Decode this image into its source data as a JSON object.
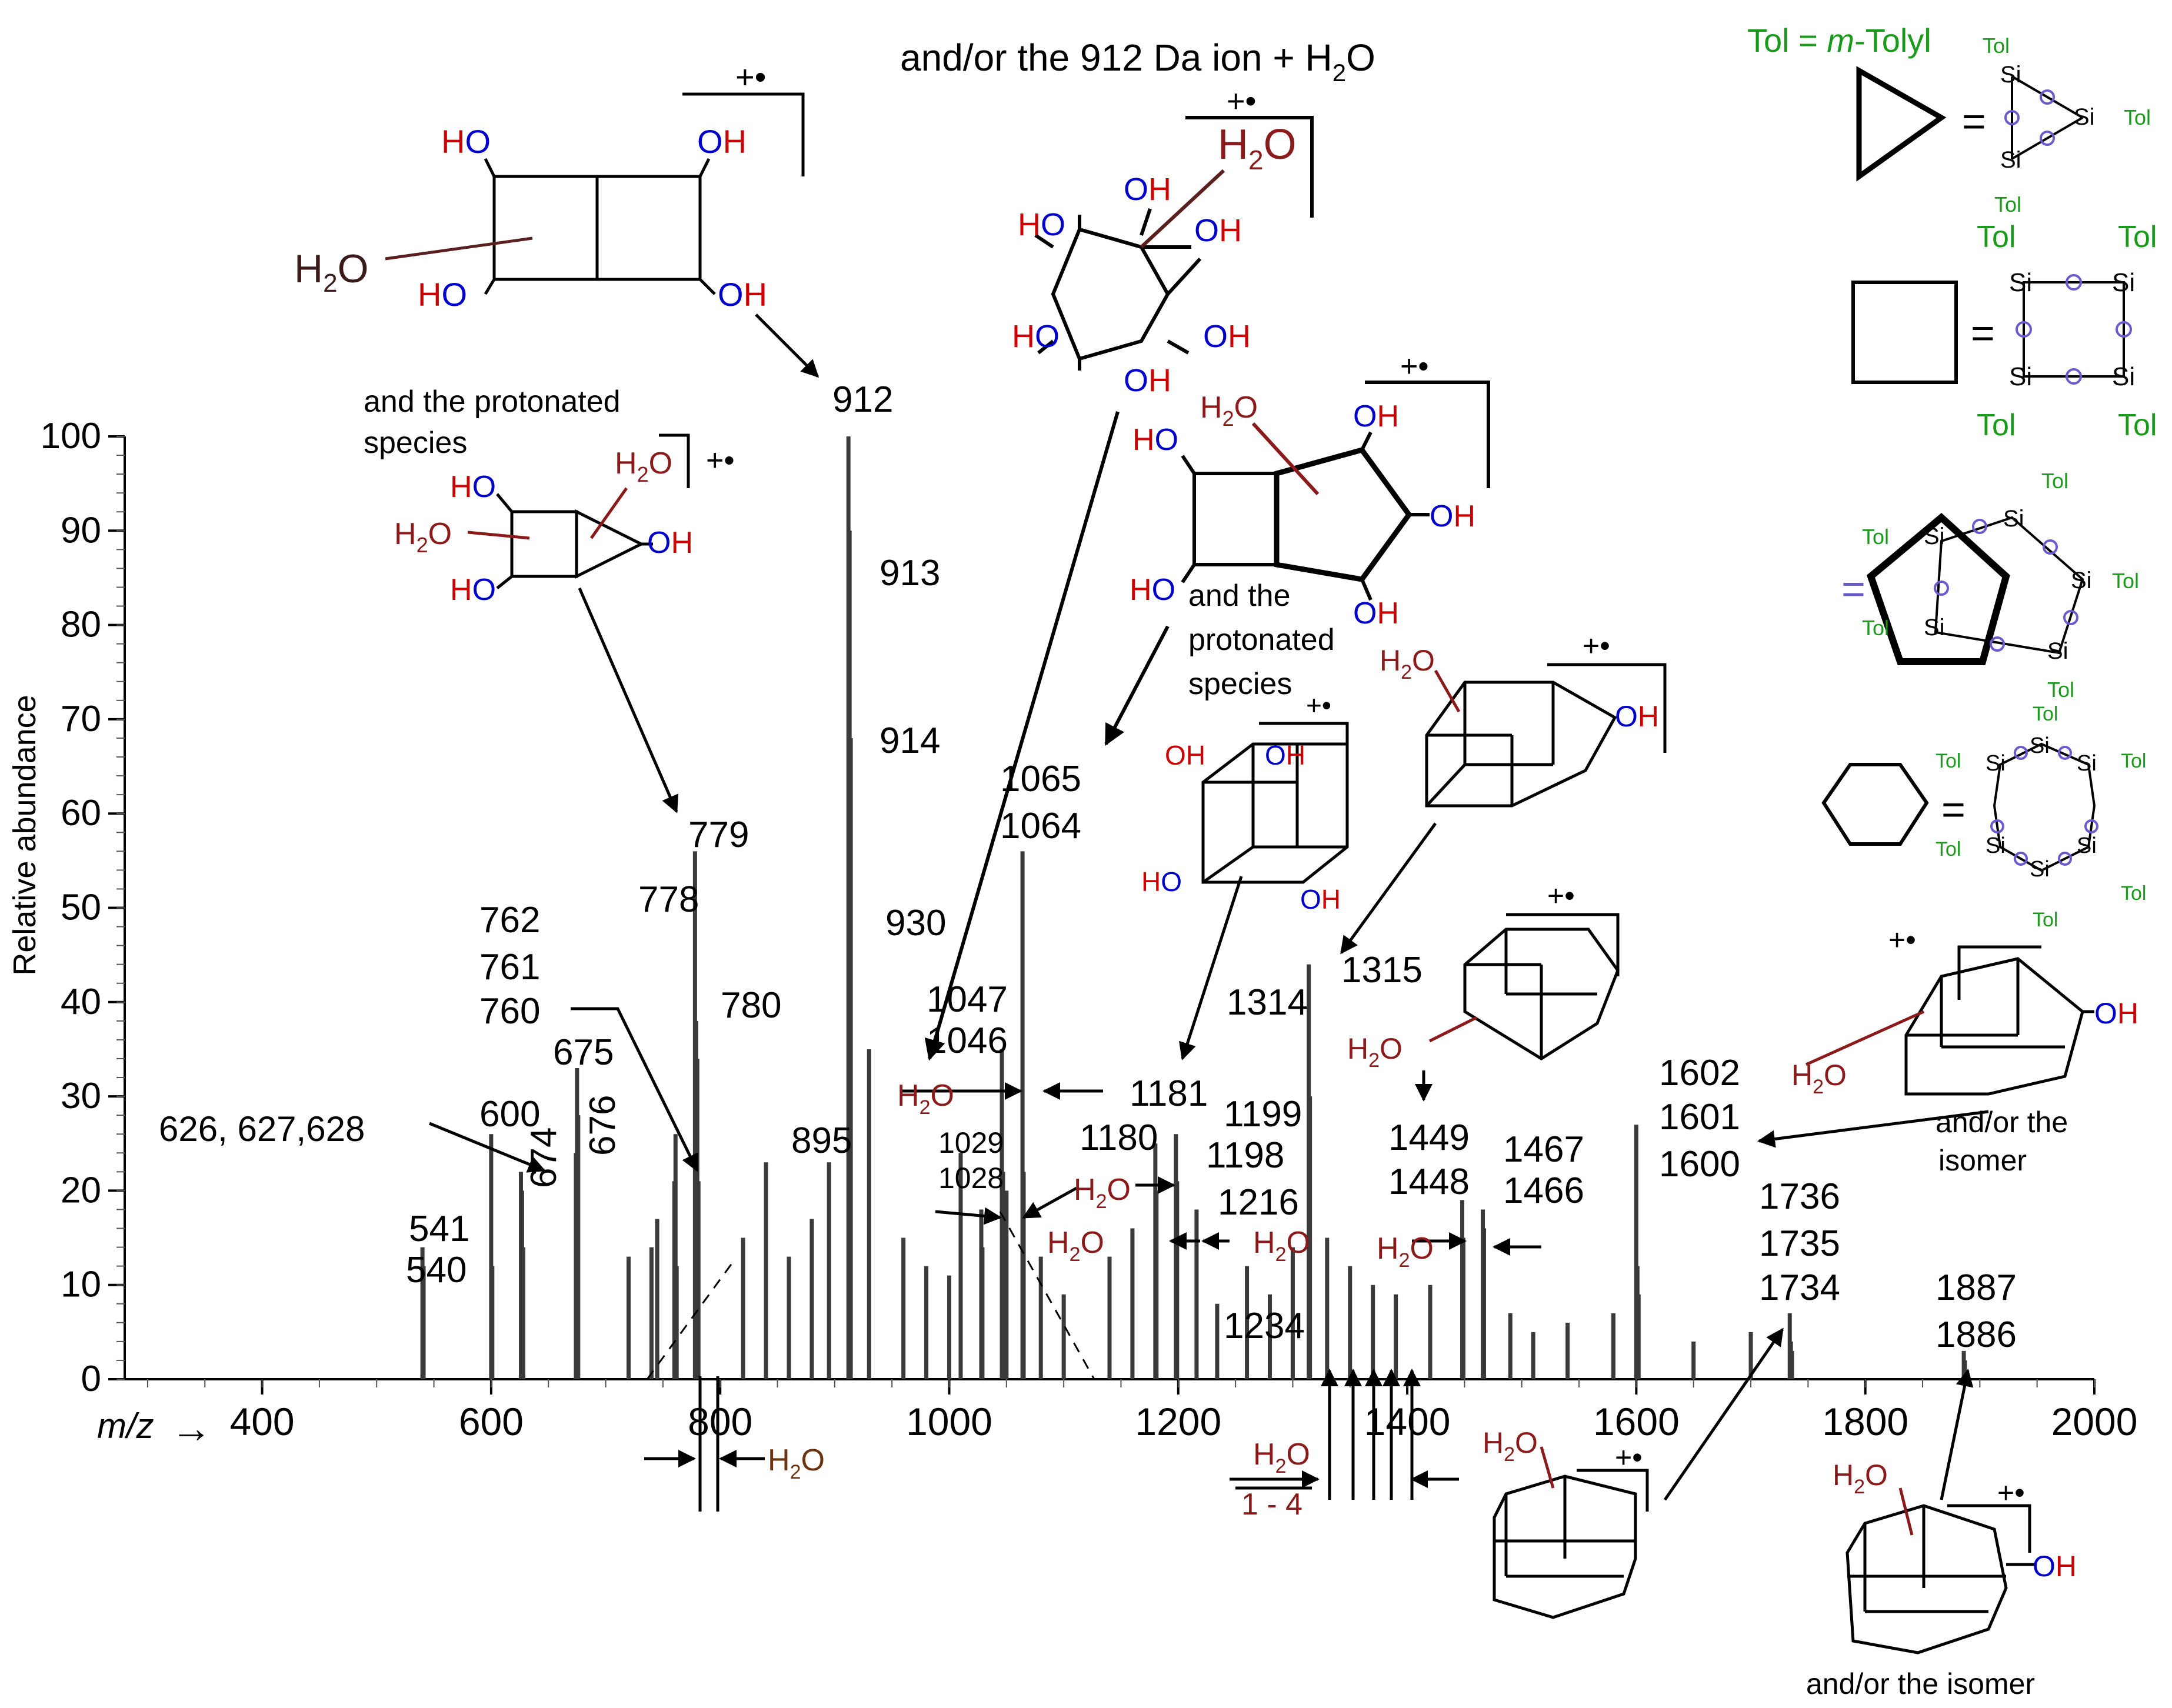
{
  "chart_data": {
    "type": "bar",
    "title": "",
    "xlabel": "m/z",
    "ylabel": "Relative abundance",
    "xlim": [
      280,
      2000
    ],
    "ylim": [
      0,
      100
    ],
    "x_ticks": [
      "400",
      "600",
      "800",
      "1000",
      "1200",
      "1400",
      "1600",
      "1800",
      "2000"
    ],
    "y_ticks": [
      "0",
      "10",
      "20",
      "30",
      "40",
      "50",
      "60",
      "70",
      "80",
      "90",
      "100"
    ],
    "grid": false,
    "legend": "none",
    "series": [
      {
        "x": [
          540,
          541,
          600,
          601,
          626,
          627,
          628,
          674,
          675,
          676,
          720,
          740,
          745,
          760,
          761,
          762,
          778,
          779,
          780,
          781,
          820,
          840,
          860,
          880,
          895,
          912,
          913,
          914,
          930,
          960,
          980,
          1000,
          1010,
          1028,
          1029,
          1046,
          1047,
          1050,
          1064,
          1065,
          1080,
          1100,
          1140,
          1160,
          1180,
          1181,
          1198,
          1199,
          1216,
          1234,
          1260,
          1280,
          1300,
          1314,
          1315,
          1330,
          1350,
          1370,
          1390,
          1420,
          1448,
          1449,
          1466,
          1467,
          1490,
          1510,
          1540,
          1580,
          1600,
          1601,
          1602,
          1650,
          1700,
          1734,
          1735,
          1736,
          1886,
          1887
        ],
        "values": [
          14,
          12,
          26,
          12,
          22,
          20,
          14,
          24,
          33,
          28,
          13,
          14,
          17,
          21,
          26,
          12,
          56,
          38,
          34,
          21,
          15,
          23,
          13,
          17,
          23,
          100,
          90,
          68,
          35,
          15,
          12,
          11,
          24,
          18,
          14,
          35,
          22,
          20,
          56,
          22,
          13,
          9,
          13,
          16,
          25,
          20,
          26,
          21,
          18,
          8,
          12,
          9,
          14,
          44,
          30,
          15,
          12,
          10,
          9,
          10,
          19,
          15,
          18,
          16,
          7,
          5,
          6,
          7,
          27,
          12,
          9,
          4,
          5,
          7,
          4,
          3,
          3,
          2
        ]
      }
    ],
    "peak_labels": [
      "540",
      "541",
      "600",
      "626, 627,628",
      "674",
      "675",
      "676",
      "762",
      "761",
      "760",
      "778",
      "779",
      "780",
      "895",
      "912",
      "913",
      "914",
      "930",
      "1029",
      "1028",
      "1047",
      "1046",
      "1065",
      "1064",
      "1180",
      "1181",
      "1199",
      "1198",
      "1216",
      "1234",
      "1314",
      "1315",
      "1449",
      "1448",
      "1467",
      "1466",
      "1602",
      "1601",
      "1600",
      "1736",
      "1735",
      "1734",
      "1887",
      "1886"
    ],
    "annotations": {
      "top_title": "and/or the 912 Da ion + H",
      "top_title_sub": "2",
      "top_title_tail": "O",
      "legend_title_prefix": "Tol = ",
      "legend_title_italic": "m",
      "legend_title_suffix": "-Tolyl",
      "protonated_line1": "and  the protonated",
      "protonated_line2": "species",
      "protonated2_line1": "and the",
      "protonated2_line2": "protonated",
      "protonated2_line3": "species",
      "isomer_label_1": "and/or the",
      "isomer_label_2": "isomer",
      "isomer_bottom": "and/or the isomer",
      "water_loss_range": "1 - 4",
      "radical_cation": "+•",
      "equals": "=",
      "ho": "HO",
      "oh": "OH",
      "h": "H",
      "sub2": "2",
      "o": "O",
      "si": "Si",
      "tol": "Tol",
      "arrow_glyph": "→"
    }
  }
}
